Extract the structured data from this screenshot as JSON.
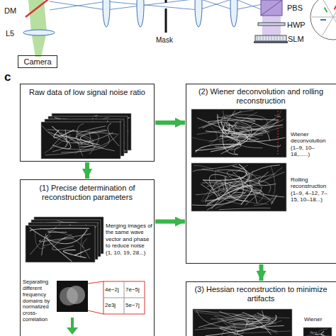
{
  "diagram": {
    "nodes": [
      {
        "text": [
          "Camera"
        ]
      },
      {
        "text": [
          "Raw data of low signal noise ratio"
        ]
      },
      {
        "text": [
          "(2) Wiener deconvolution and rolling reconstruction",
          "Wiener deconvolution (1–9, 10–18,......)",
          "Rolling reconstruction (1–9, 4–12, 7–15, 10–18...)"
        ]
      },
      {
        "text": [
          "(1) Precise determination of reconstruction parameters",
          "Merging images of the same wave vector and phase to reduce noise (1, 10, 19, 28...)",
          "Separating different frequency domains by normalized cross-correlation"
        ]
      },
      {
        "text": [
          "(3) Hessian reconstruction to minimize artifacts",
          "Wiener"
        ]
      }
    ],
    "edges": [
      {
        "from": 1,
        "to": 2,
        "arrow": "to"
      },
      {
        "from": 1,
        "to": 3,
        "arrow": "to"
      },
      {
        "from": 3,
        "to": 2,
        "arrow": "to"
      },
      {
        "from": 2,
        "to": 4,
        "arrow": "to"
      }
    ],
    "labels": [
      "DM",
      "L5",
      "Mask",
      "PBS",
      "HWP",
      "SLM",
      "c",
      "4e−2j",
      "7e−5j",
      "2e3j",
      "5e−7j"
    ]
  }
}
